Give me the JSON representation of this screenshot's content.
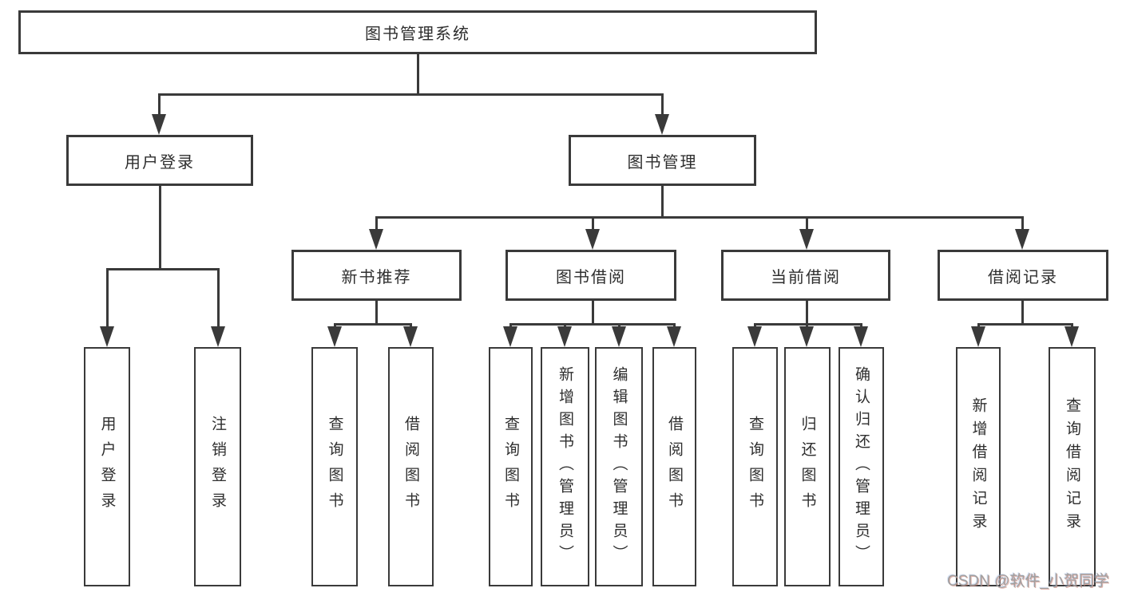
{
  "diagram": {
    "root": {
      "label": "图书管理系统"
    },
    "branches": [
      {
        "label": "用户登录",
        "children": [
          {
            "label": "用户登录"
          },
          {
            "label": "注销登录"
          }
        ]
      },
      {
        "label": "图书管理",
        "children": [
          {
            "label": "新书推荐",
            "children": [
              {
                "label": "查询图书"
              },
              {
                "label": "借阅图书"
              }
            ]
          },
          {
            "label": "图书借阅",
            "children": [
              {
                "label": "查询图书"
              },
              {
                "label": "新增图书（管理员）"
              },
              {
                "label": "编辑图书（管理员）"
              },
              {
                "label": "借阅图书"
              }
            ]
          },
          {
            "label": "当前借阅",
            "children": [
              {
                "label": "查询图书"
              },
              {
                "label": "归还图书"
              },
              {
                "label": "确认归还（管理员）"
              }
            ]
          },
          {
            "label": "借阅记录",
            "children": [
              {
                "label": "新增借阅记录"
              },
              {
                "label": "查询借阅记录"
              }
            ]
          }
        ]
      }
    ]
  },
  "watermark": {
    "text": "CSDN @软件_小贺同学"
  },
  "colors": {
    "line": "#3a3a3a",
    "text": "#2e2e2e",
    "background": "#ffffff",
    "watermark": "#a0a0a0"
  }
}
